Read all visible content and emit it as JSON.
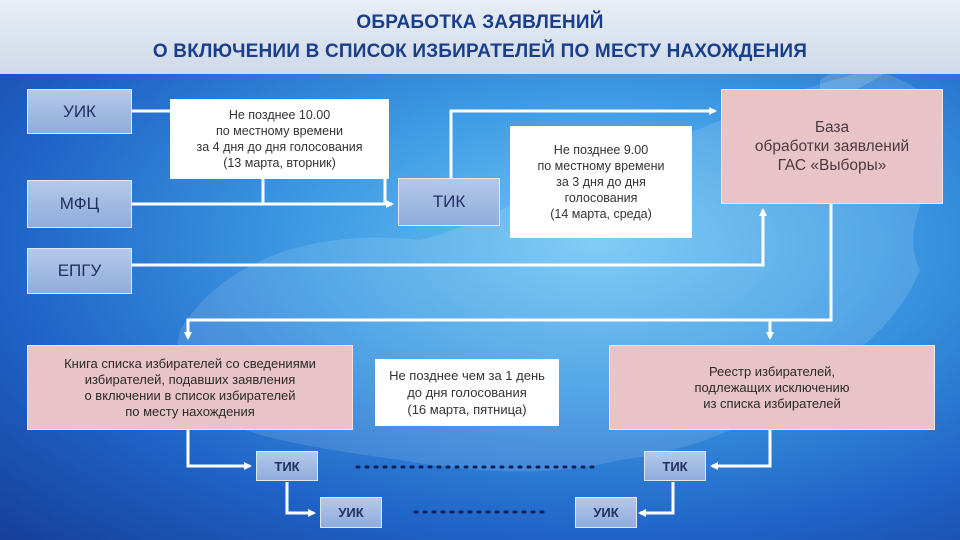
{
  "title": {
    "line1": "ОБРАБОТКА ЗАЯВЛЕНИЙ",
    "line2": "О ВКЛЮЧЕНИИ В СПИСОК ИЗБИРАТЕЛЕЙ ПО МЕСТУ НАХОЖДЕНИЯ"
  },
  "sources": {
    "uik": "УИК",
    "mfc": "МФЦ",
    "epgu": "ЕПГУ"
  },
  "tik_main": "ТИК",
  "deadline1": {
    "l1": "Не позднее 10.00",
    "l2": "по местному времени",
    "l3": "за 4 дня до дня голосования",
    "l4": "(13 марта, вторник)"
  },
  "deadline2": {
    "l1": "Не позднее  9.00",
    "l2": "по местному времени",
    "l3": "за 3 дня до дня",
    "l4": "голосования",
    "l5": "(14 марта, среда)"
  },
  "database": {
    "l1": "База",
    "l2": "обработки заявлений",
    "l3": "ГАС «Выборы»"
  },
  "book": {
    "l1": "Книга списка избирателей со сведениями",
    "l2": "избирателей, подавших заявления",
    "l3": "о включении в список избирателей",
    "l4": "по месту нахождения"
  },
  "deadline3": {
    "l1": "Не позднее чем за 1 день",
    "l2": "до дня голосования",
    "l3": "(16 марта, пятница)"
  },
  "registry": {
    "l1": "Реестр избирателей,",
    "l2": "подлежащих исключению",
    "l3": "из списка избирателей"
  },
  "bottom": {
    "tik_left": "ТИК",
    "uik_left": "УИК",
    "tik_right": "ТИК",
    "uik_right": "УИК"
  },
  "colors": {
    "accent_title": "#1a3f8a",
    "blue_box": "#9db6e2",
    "pink_box": "#e8c4c8",
    "arrow": "#ffffff",
    "dots": "#0d1f5a"
  }
}
